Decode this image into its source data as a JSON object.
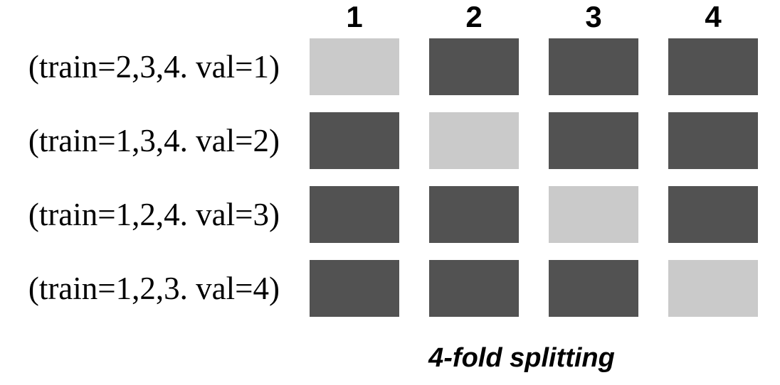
{
  "diagram": {
    "title_caption": "4-fold splitting",
    "fold_headers": [
      "1",
      "2",
      "3",
      "4"
    ],
    "rows": [
      {
        "label": "(train=2,3,4. val=1)",
        "val": 1
      },
      {
        "label": "(train=1,3,4. val=2)",
        "val": 2
      },
      {
        "label": "(train=1,2,4. val=3)",
        "val": 3
      },
      {
        "label": "(train=1,2,3. val=4)",
        "val": 4
      }
    ],
    "colors": {
      "train_block": "#525252",
      "validation_block": "#cacaca",
      "text": "#000000",
      "background": "#ffffff"
    }
  }
}
